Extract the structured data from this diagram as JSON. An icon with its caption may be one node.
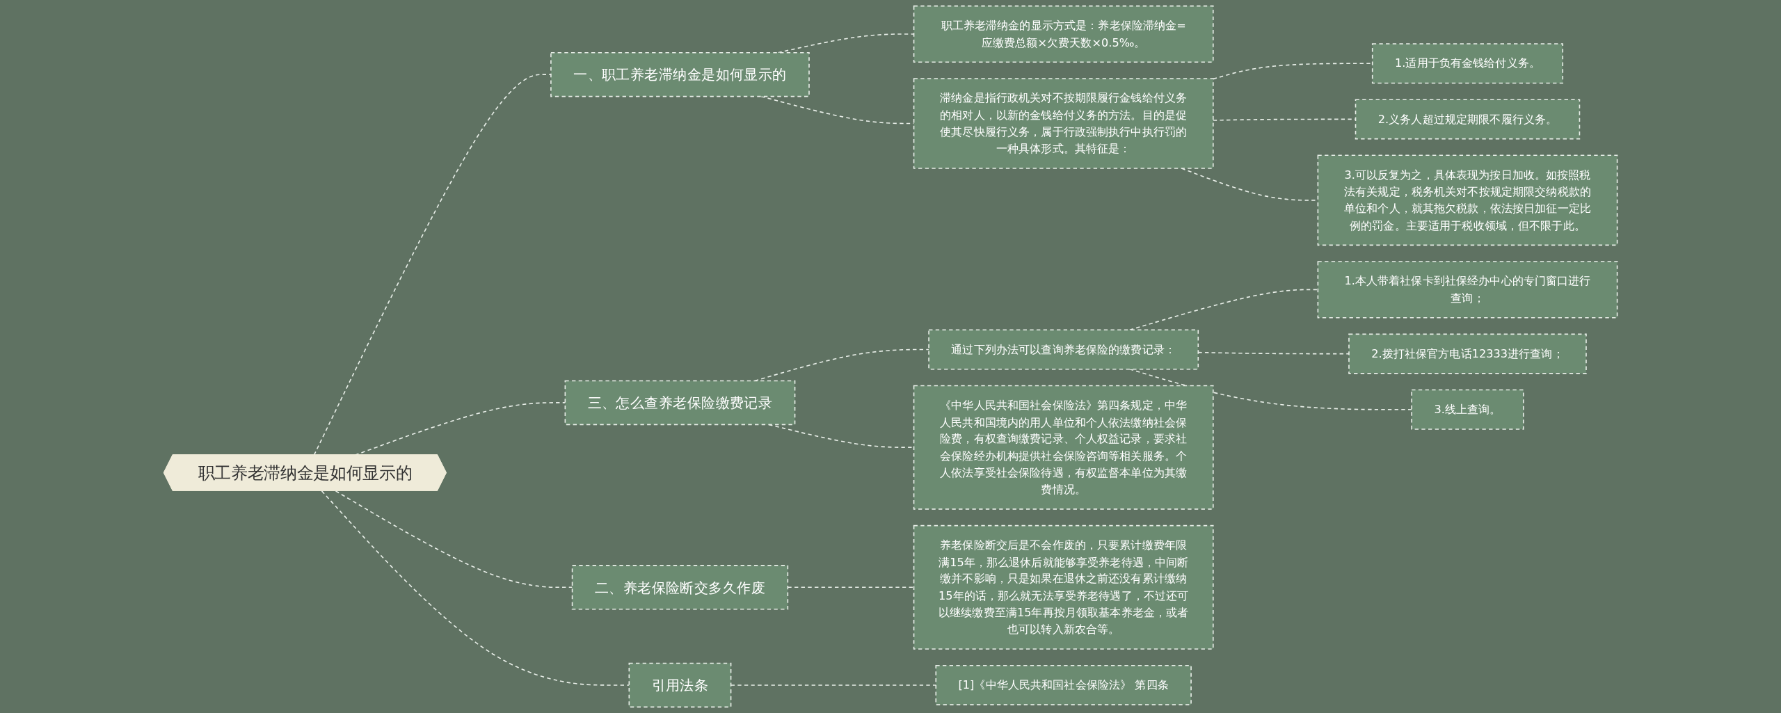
{
  "diagram": {
    "nodes": [
      {
        "text": [
          "职工养老滞纳金是如何显示的"
        ]
      },
      {
        "text": [
          "一、职工养老滞纳金是如何显示的"
        ]
      },
      {
        "text": [
          "职工养老滞纳金的显示方式是：养老保险滞纳金=应缴费总额×欠费天数×0.5‰。"
        ]
      },
      {
        "text": [
          "滞纳金是指行政机关对不按期限履行金钱给付义务的相对人，以新的金钱给付义务的方法。目的是促使其尽快履行义务，属于行政强制执行中执行罚的一种具体形式。其特征是："
        ]
      },
      {
        "text": [
          "1.适用于负有金钱给付义务。"
        ]
      },
      {
        "text": [
          "2.义务人超过规定期限不履行义务。"
        ]
      },
      {
        "text": [
          "3.可以反复为之，具体表现为按日加收。如按照税法有关规定，税务机关对不按规定期限交纳税款的单位和个人，就其拖欠税款，依法按日加征一定比例的罚金。主要适用于税收领域，但不限于此。"
        ]
      },
      {
        "text": [
          "三、怎么查养老保险缴费记录"
        ]
      },
      {
        "text": [
          "通过下列办法可以查询养老保险的缴费记录："
        ]
      },
      {
        "text": [
          "1.本人带着社保卡到社保经办中心的专门窗口进行查询；"
        ]
      },
      {
        "text": [
          "2.拨打社保官方电话12333进行查询；"
        ]
      },
      {
        "text": [
          "3.线上查询。"
        ]
      },
      {
        "text": [
          "《中华人民共和国社会保险法》第四条规定，中华人民共和国境内的用人单位和个人依法缴纳社会保险费，有权查询缴费记录、个人权益记录，要求社会保险经办机构提供社会保险咨询等相关服务。个人依法享受社会保险待遇，有权监督本单位为其缴费情况。"
        ]
      },
      {
        "text": [
          "二、养老保险断交多久作废"
        ]
      },
      {
        "text": [
          "养老保险断交后是不会作废的，只要累计缴费年限满15年，那么退休后就能够享受养老待遇，中间断缴并不影响，只是如果在退休之前还没有累计缴纳15年的话，那么就无法享受养老待遇了，不过还可以继续缴费至满15年再按月领取基本养老金，或者也可以转入新农合等。"
        ]
      },
      {
        "text": [
          "引用法条"
        ]
      },
      {
        "text": [
          "[1]《中华人民共和国社会保险法》 第四条"
        ]
      }
    ],
    "edges": [
      {
        "from": 0,
        "to": 1,
        "arrow": "none",
        "style": "dashed"
      },
      {
        "from": 1,
        "to": 2,
        "arrow": "none",
        "style": "dashed"
      },
      {
        "from": 1,
        "to": 3,
        "arrow": "none",
        "style": "dashed"
      },
      {
        "from": 3,
        "to": 4,
        "arrow": "none",
        "style": "dashed"
      },
      {
        "from": 3,
        "to": 5,
        "arrow": "none",
        "style": "dashed"
      },
      {
        "from": 3,
        "to": 6,
        "arrow": "none",
        "style": "dashed"
      },
      {
        "from": 0,
        "to": 7,
        "arrow": "none",
        "style": "dashed"
      },
      {
        "from": 7,
        "to": 8,
        "arrow": "none",
        "style": "dashed"
      },
      {
        "from": 8,
        "to": 9,
        "arrow": "none",
        "style": "dashed"
      },
      {
        "from": 8,
        "to": 10,
        "arrow": "none",
        "style": "dashed"
      },
      {
        "from": 8,
        "to": 11,
        "arrow": "none",
        "style": "dashed"
      },
      {
        "from": 7,
        "to": 12,
        "arrow": "none",
        "style": "dashed"
      },
      {
        "from": 0,
        "to": 13,
        "arrow": "none",
        "style": "dashed"
      },
      {
        "from": 13,
        "to": 14,
        "arrow": "none",
        "style": "dashed"
      },
      {
        "from": 0,
        "to": 15,
        "arrow": "none",
        "style": "dashed"
      },
      {
        "from": 15,
        "to": 16,
        "arrow": "none",
        "style": "dashed"
      }
    ]
  }
}
